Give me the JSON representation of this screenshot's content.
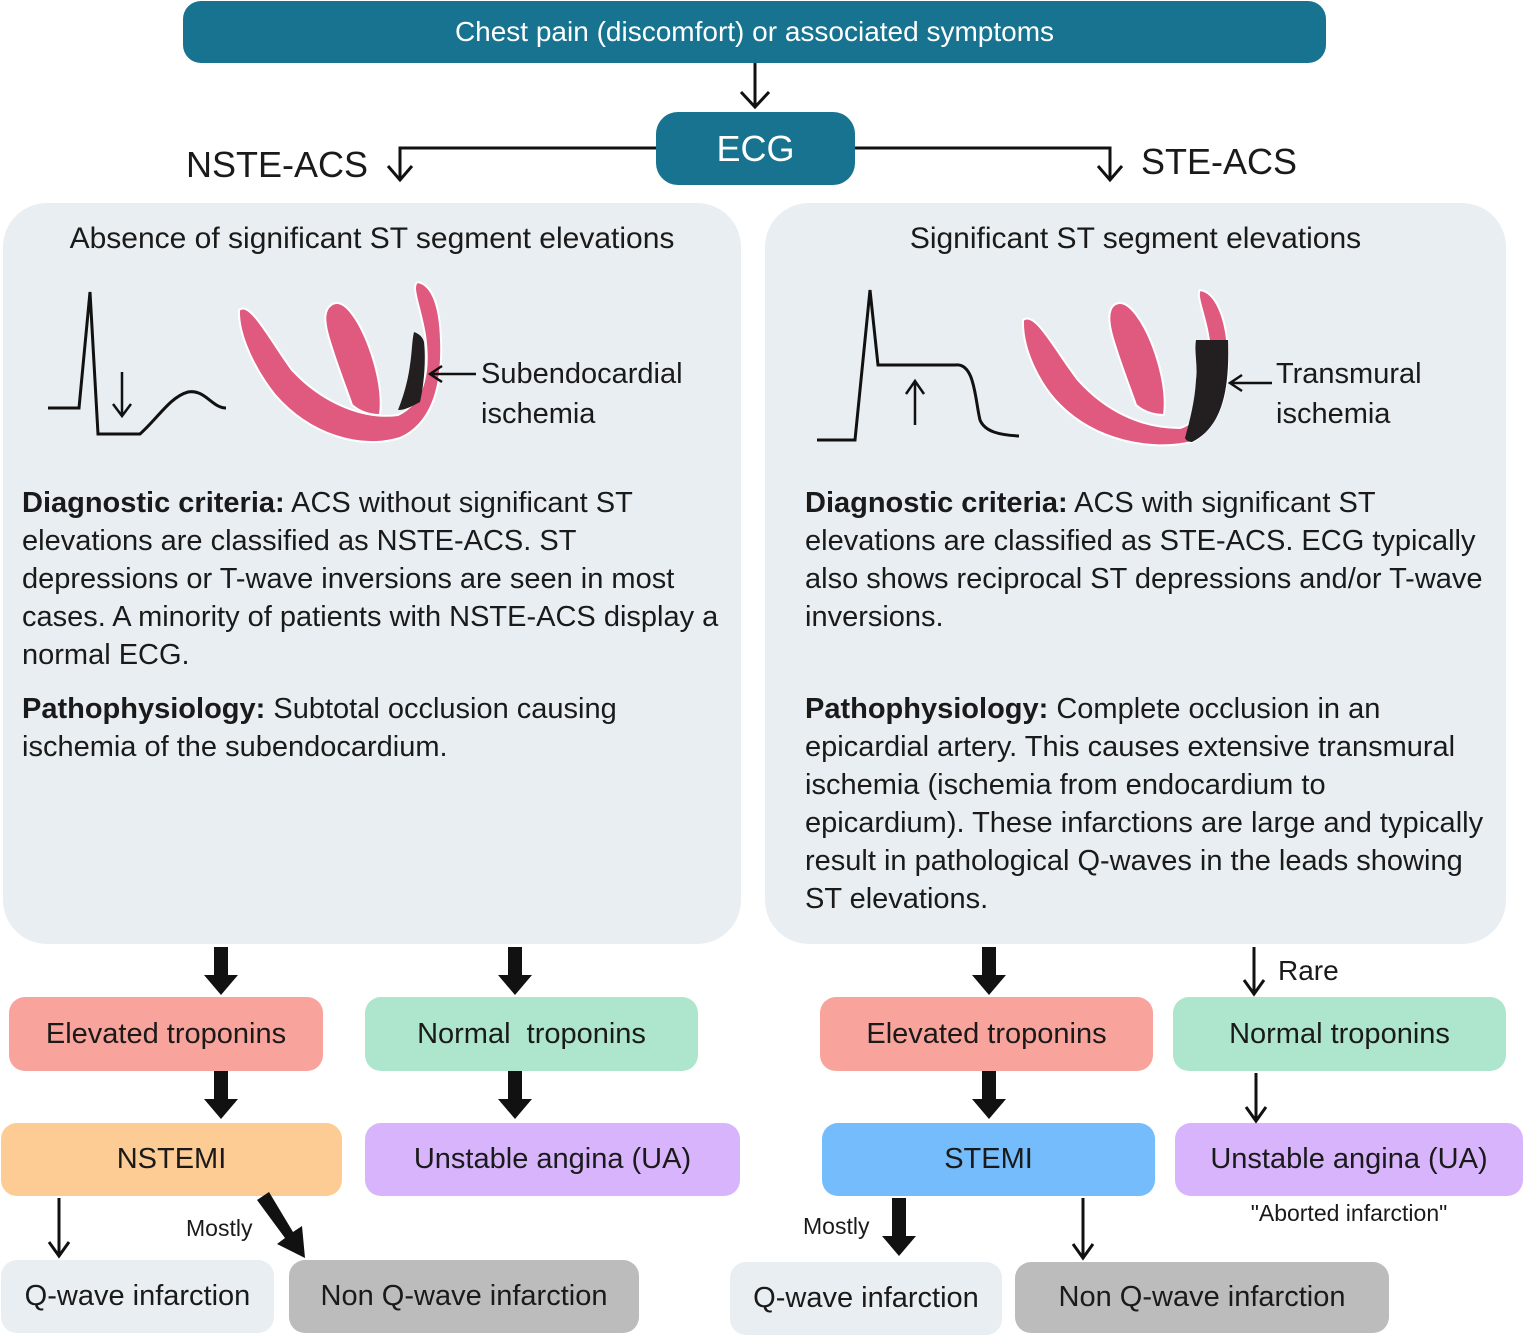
{
  "top": {
    "title": "Chest pain (discomfort) or associated symptoms",
    "ecg": "ECG",
    "left_branch": "NSTE-ACS",
    "right_branch": "STE-ACS"
  },
  "left_panel": {
    "heading": "Absence of significant ST segment elevations",
    "ischemia_line1": "Subendocardial",
    "ischemia_line2": "ischemia",
    "criteria_label": "Diagnostic criteria:",
    "criteria_text": " ACS without significant ST elevations are classified as NSTE-ACS. ST depressions or T-wave inversions are seen in most cases. A minority of patients with NSTE-ACS display a normal ECG.",
    "patho_label": "Pathophysiology:",
    "patho_text": " Subtotal occlusion causing ischemia of the subendocardium."
  },
  "right_panel": {
    "heading": "Significant ST segment elevations",
    "ischemia_line1": "Transmural",
    "ischemia_line2": "ischemia",
    "criteria_label": "Diagnostic criteria:",
    "criteria_text": " ACS with significant ST elevations are classified as STE-ACS. ECG typically also shows reciprocal ST depressions and/or T-wave inversions.",
    "patho_label": "Pathophysiology:",
    "patho_text": " Complete occlusion in an epicardial artery. This causes extensive transmural ischemia (ischemia from endocardium to epicardium). These infarctions are large and typically result in pathological Q-waves in the leads showing ST elevations."
  },
  "left_flow": {
    "elevated": "Elevated troponins",
    "normal": "Normal  troponins",
    "nstemi": "NSTEMI",
    "ua": "Unstable angina (UA)",
    "mostly": "Mostly",
    "q_wave": "Q-wave infarction",
    "non_q_wave": "Non Q-wave infarction"
  },
  "right_flow": {
    "rare": "Rare",
    "elevated": "Elevated troponins",
    "normal": "Normal troponins",
    "stemi": "STEMI",
    "ua": "Unstable angina (UA)",
    "aborted": "\"Aborted infarction\"",
    "mostly": "Mostly",
    "q_wave": "Q-wave infarction",
    "non_q_wave": "Non Q-wave infarction"
  },
  "colors": {
    "teal": "#17738f",
    "panel": "#e8eef1",
    "red": "#f8a39b",
    "green": "#ade6cd",
    "orange": "#fdcb94",
    "purple": "#d7b4fb",
    "blue": "#74bcfb",
    "light_gray": "#e8eef1",
    "gray": "#bcbcbc",
    "heart": "#df5a7e",
    "ischemia": "#231f20"
  }
}
